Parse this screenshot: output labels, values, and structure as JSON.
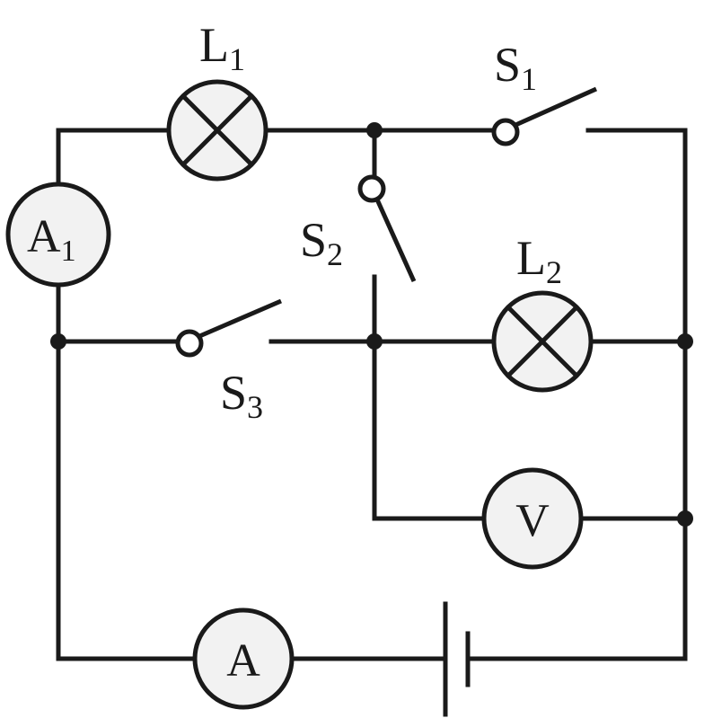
{
  "labels": {
    "lamp1": {
      "main": "L",
      "sub": "1"
    },
    "lamp2": {
      "main": "L",
      "sub": "2"
    },
    "switch1": {
      "main": "S",
      "sub": "1"
    },
    "switch2": {
      "main": "S",
      "sub": "2"
    },
    "switch3": {
      "main": "S",
      "sub": "3"
    },
    "ammeter1": {
      "main": "A",
      "sub": "1"
    },
    "ammeter_main": {
      "main": "A"
    },
    "voltmeter": {
      "main": "V"
    }
  }
}
